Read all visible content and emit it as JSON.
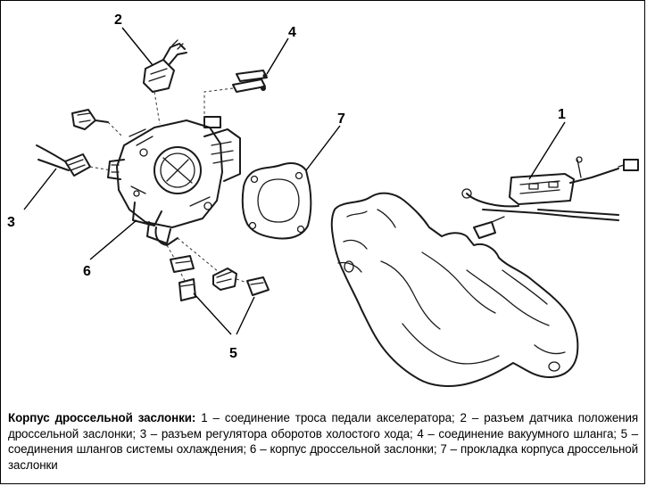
{
  "figure": {
    "callouts": {
      "c1": "1",
      "c2": "2",
      "c3": "3",
      "c4": "4",
      "c5": "5",
      "c6": "6",
      "c7": "7"
    }
  },
  "caption": {
    "title": "Корпус дроссельной заслонки:",
    "text": " 1 – соединение троса педали акселератора; 2 – разъем датчика положения дроссельной заслонки; 3 – разъем регулятора оборотов холостого хода; 4 – соединение вакуумного шланга; 5 – соединения шлангов системы охлаждения; 6 – корпус дроссельной заслонки; 7 – прокладка корпуса дроссельной заслонки"
  }
}
